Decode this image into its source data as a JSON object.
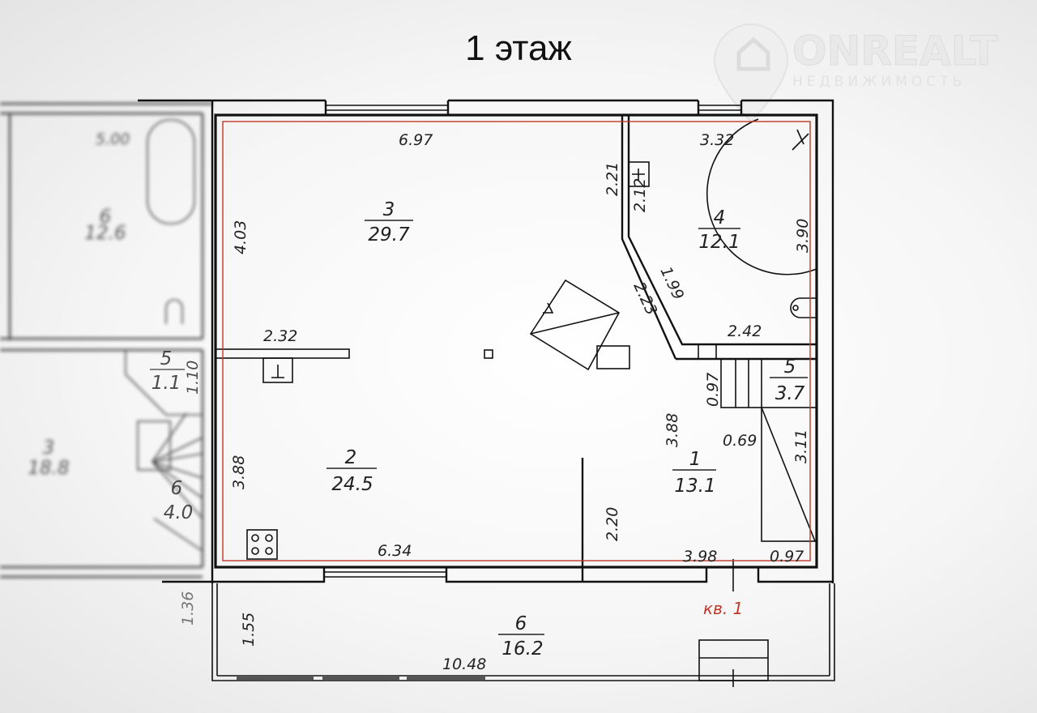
{
  "title": "1 этаж",
  "logo": {
    "name": "ONREALT",
    "tagline": "НЕДВИЖИМОСТЬ"
  },
  "apartment_label": "кв. 1",
  "colors": {
    "wall": "#111111",
    "apartment_outline": "#c0392b",
    "text": "#222222"
  },
  "rooms": [
    {
      "number": "1",
      "area": "13.1"
    },
    {
      "number": "2",
      "area": "24.5"
    },
    {
      "number": "3",
      "area": "29.7"
    },
    {
      "number": "4",
      "area": "12.1"
    },
    {
      "number": "5",
      "area": "3.7"
    },
    {
      "number": "6",
      "area": "16.2"
    }
  ],
  "neighbor_rooms": [
    {
      "number": "5",
      "area": "1.1"
    },
    {
      "number": "6",
      "area": "4.0"
    }
  ],
  "dimensions": [
    "6.97",
    "3.32",
    "2.21",
    "2.12",
    "4.03",
    "3.90",
    "1.99",
    "2.23",
    "2.42",
    "2.32",
    "0.97",
    "3.88",
    "0.69",
    "3.11",
    "3.88",
    "2.20",
    "6.34",
    "3.98",
    "0.97",
    "1.36",
    "1.55",
    "10.48",
    "1.10"
  ]
}
